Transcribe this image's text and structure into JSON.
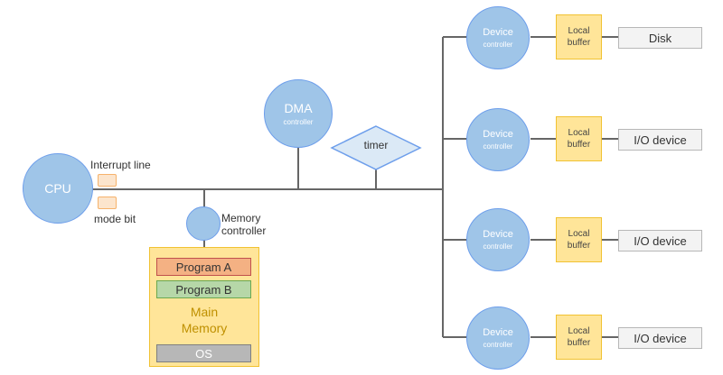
{
  "cpu": {
    "label": "CPU",
    "interrupt_line_label": "Interrupt line",
    "mode_bit_label": "mode bit"
  },
  "dma": {
    "title": "DMA",
    "subtitle": "controller"
  },
  "timer": {
    "label": "timer"
  },
  "memory_controller": {
    "label_line1": "Memory",
    "label_line2": "controller"
  },
  "main_memory": {
    "program_a": "Program A",
    "program_b": "Program B",
    "label_line1": "Main",
    "label_line2": "Memory",
    "os": "OS"
  },
  "device_controllers": [
    {
      "title": "Device",
      "subtitle": "controller",
      "buffer_line1": "Local",
      "buffer_line2": "buffer",
      "device": "Disk"
    },
    {
      "title": "Device",
      "subtitle": "controller",
      "buffer_line1": "Local",
      "buffer_line2": "buffer",
      "device": "I/O device"
    },
    {
      "title": "Device",
      "subtitle": "controller",
      "buffer_line1": "Local",
      "buffer_line2": "buffer",
      "device": "I/O device"
    },
    {
      "title": "Device",
      "subtitle": "controller",
      "buffer_line1": "Local",
      "buffer_line2": "buffer",
      "device": "I/O device"
    }
  ],
  "colors": {
    "circle_fill": "#9fc5e8",
    "circle_border": "#6d9eeb",
    "buffer_fill": "#ffe599",
    "wire": "#666666"
  }
}
